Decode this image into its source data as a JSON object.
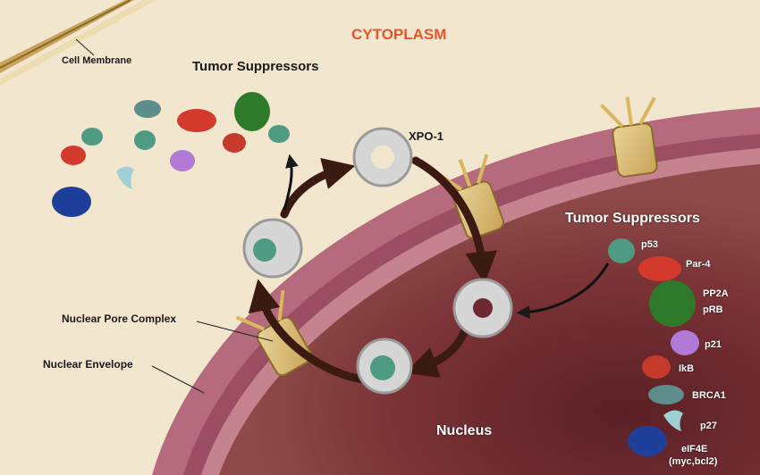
{
  "title": "CYTOPLASM",
  "labels": {
    "cell_membrane": "Cell Membrane",
    "tumor_suppressors_cyto": "Tumor Suppressors",
    "xpo1": "XPO-1",
    "tumor_suppressors_nuc": "Tumor Suppressors",
    "nuclear_pore_complex": "Nuclear Pore Complex",
    "nuclear_envelope": "Nuclear Envelope",
    "nucleus": "Nucleus"
  },
  "proteins": [
    {
      "name": "p53",
      "color": "#4f9a83"
    },
    {
      "name": "Par-4",
      "color": "#d43a2c"
    },
    {
      "name": "PP2A",
      "color": "#2f7a2a"
    },
    {
      "name": "pRB",
      "color": "#2f7a2a"
    },
    {
      "name": "p21",
      "color": "#b27ad6"
    },
    {
      "name": "IkB",
      "color": "#c63a2c"
    },
    {
      "name": "BRCA1",
      "color": "#5e8e8c"
    },
    {
      "name": "p27",
      "color": "#9fd0d4"
    },
    {
      "name": "eIF4E",
      "color": "#1e3f9a"
    },
    {
      "name": "(myc,bcl2)",
      "color": "#1e3f9a"
    }
  ],
  "colors": {
    "title": "#e8552a",
    "cytoplasm": "#f3e6cf",
    "envelope": "#b56a7d",
    "nucleus": "#6e2a2e",
    "pore": "#d9b75a",
    "arrow": "#3b1a12",
    "exportin": "#d8d8d8"
  }
}
